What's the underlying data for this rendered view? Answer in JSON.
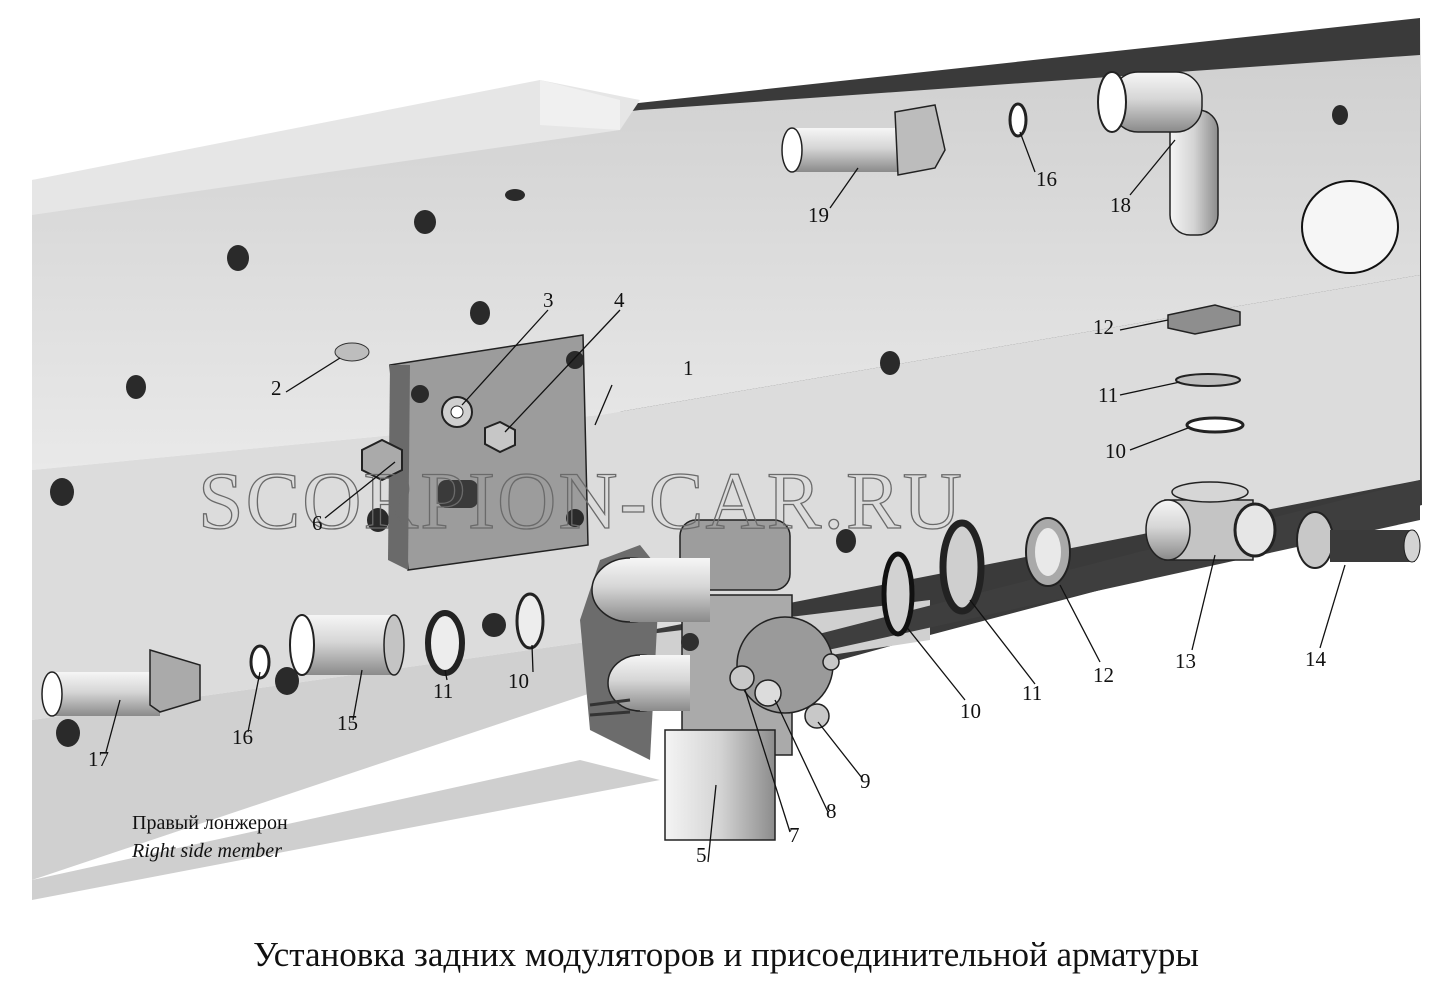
{
  "watermark": "SCORPION-CAR.RU",
  "member_label_ru": "Правый лонжерон",
  "member_label_en": "Right side member",
  "caption": "Установка задних модуляторов и присоединительной арматуры",
  "callouts": [
    "1",
    "2",
    "3",
    "4",
    "6",
    "5",
    "7",
    "8",
    "9",
    "10",
    "11",
    "12",
    "13",
    "14",
    "15",
    "16",
    "17",
    "18",
    "19"
  ],
  "colors": {
    "frame_light": "#e2e2e2",
    "frame_mid": "#c4c4c4",
    "frame_dark": "#3c3c3c",
    "ink": "#111111"
  }
}
